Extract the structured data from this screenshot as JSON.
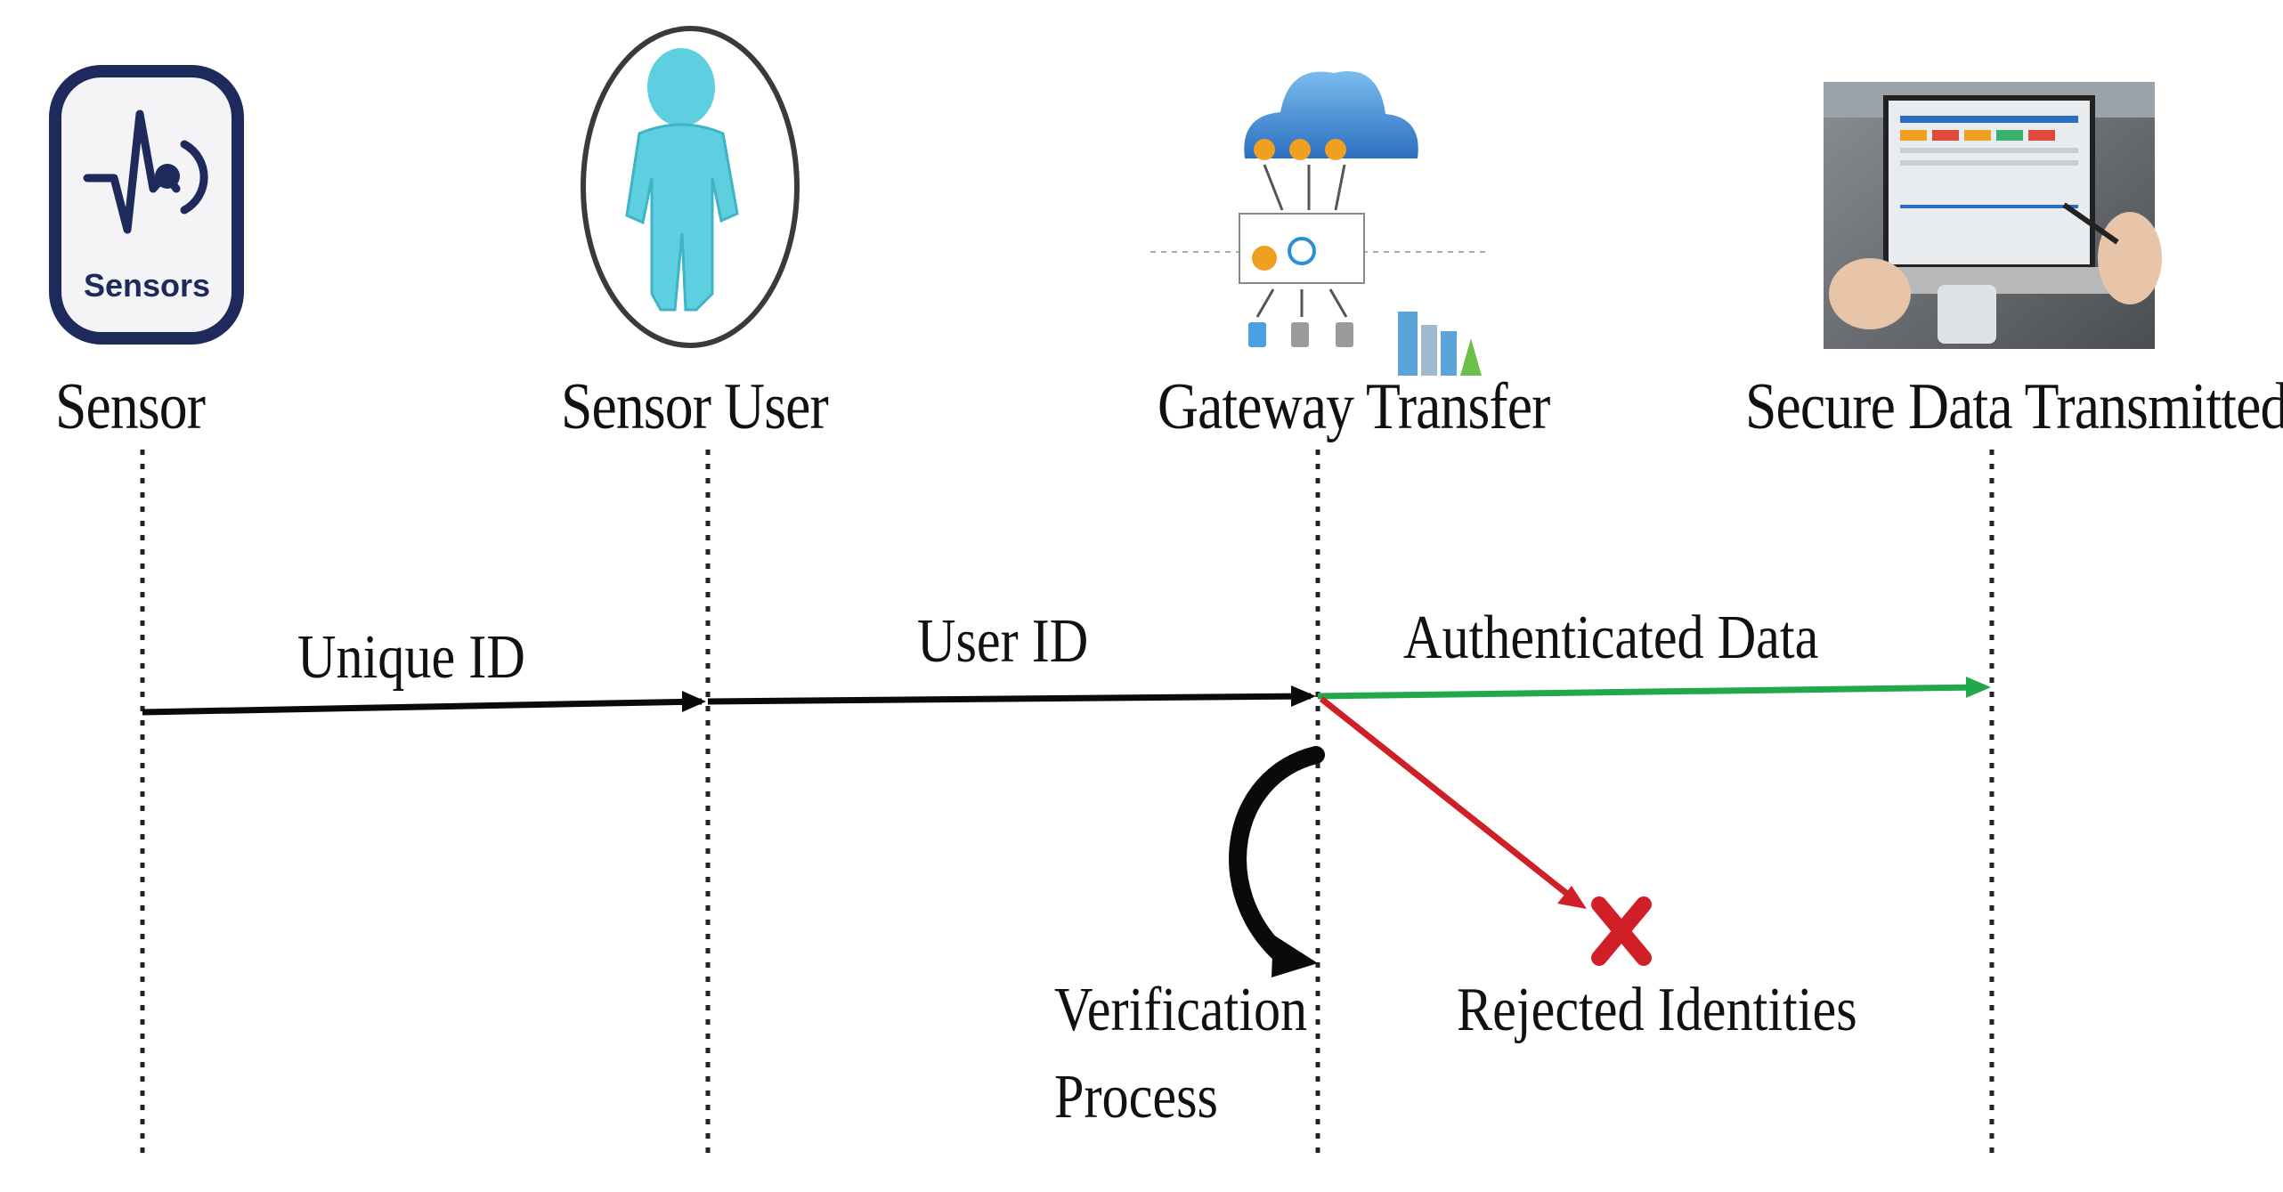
{
  "participants": {
    "sensor": {
      "label": "Sensor",
      "icon_text": "Sensors",
      "icon": "sensor-waveform-icon"
    },
    "user": {
      "label": "Sensor User",
      "icon": "person-icon"
    },
    "gateway": {
      "label": "Gateway Transfer",
      "icon": "cloud-gateway-icon"
    },
    "secure": {
      "label": "Secure Data Transmitted",
      "icon": "dashboard-laptop-icon"
    }
  },
  "messages": {
    "unique_id": "Unique ID",
    "user_id": "User ID",
    "authenticated": "Authenticated Data",
    "verification_line1": "Verification",
    "verification_line2": "Process",
    "rejected": "Rejected Identities"
  },
  "colors": {
    "black": "#0a0a0a",
    "green": "#20a84a",
    "red": "#d01f26",
    "sensor_border": "#1f2a5c",
    "person": "#5ecfe0"
  }
}
